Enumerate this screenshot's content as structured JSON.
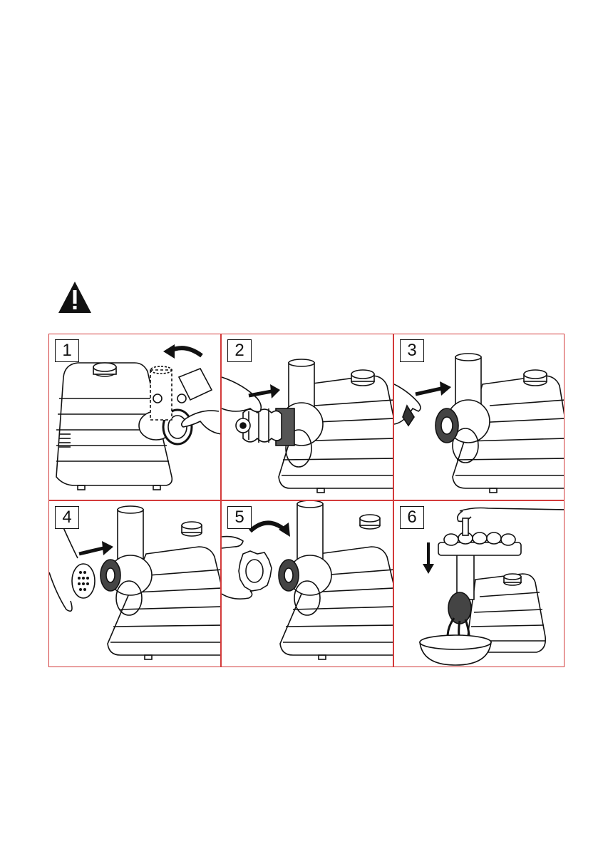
{
  "warning": {
    "icon": "warning-icon"
  },
  "steps": [
    {
      "number": "1",
      "illustration": "rotate-feed-tube-icon"
    },
    {
      "number": "2",
      "illustration": "insert-auger-icon"
    },
    {
      "number": "3",
      "illustration": "attach-blade-icon"
    },
    {
      "number": "4",
      "illustration": "attach-plate-icon"
    },
    {
      "number": "5",
      "illustration": "screw-locking-ring-icon"
    },
    {
      "number": "6",
      "illustration": "feed-meat-icon"
    }
  ],
  "colors": {
    "frame": "#d33a3a",
    "ink": "#111111",
    "background": "#ffffff"
  }
}
